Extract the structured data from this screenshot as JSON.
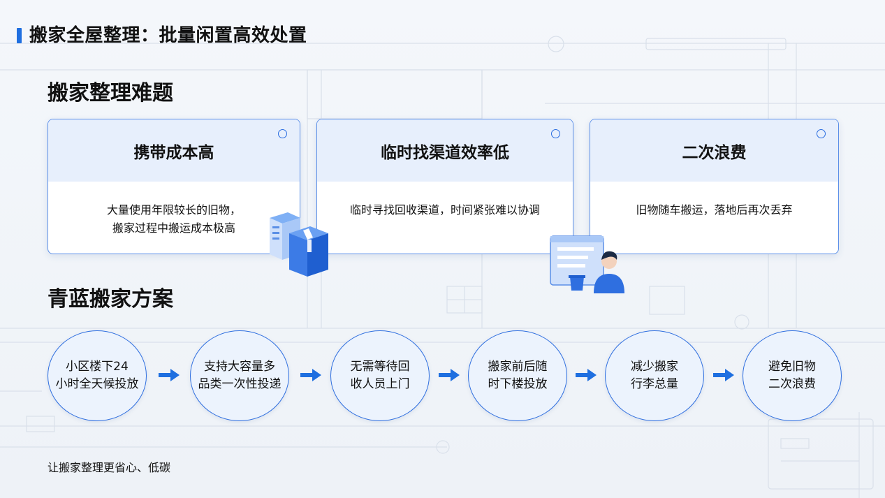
{
  "page_title": "搬家全屋整理：批量闲置高效处置",
  "section_problems": "搬家整理难题",
  "section_solution": "青蓝搬家方案",
  "cards": [
    {
      "title": "携带成本高",
      "line1": "大量使用年限较长的旧物，",
      "line2": "搬家过程中搬运成本极高"
    },
    {
      "title": "临时找渠道效率低",
      "line1": "临时寻找回收渠道，时间紧张难以协调",
      "line2": ""
    },
    {
      "title": "二次浪费",
      "line1": "旧物随车搬运，落地后再次丢弃",
      "line2": ""
    }
  ],
  "steps": [
    {
      "line1": "小区楼下24",
      "line2": "小时全天候投放"
    },
    {
      "line1": "支持大容量多",
      "line2": "品类一次性投递"
    },
    {
      "line1": "无需等待回",
      "line2": "收人员上门"
    },
    {
      "line1": "搬家前后随",
      "line2": "时下楼投放"
    },
    {
      "line1": "减少搬家",
      "line2": "行李总量"
    },
    {
      "line1": "避免旧物",
      "line2": "二次浪费"
    }
  ],
  "footer": "让搬家整理更省心、低碳",
  "colors": {
    "accent": "#1f6fe0",
    "card_head": "#e7effc",
    "circle_fill": "#ecf3fd"
  },
  "icons": [
    "box-stack-icon",
    "person-at-screen-icon",
    "right-arrow-icon",
    "ring-icon"
  ]
}
